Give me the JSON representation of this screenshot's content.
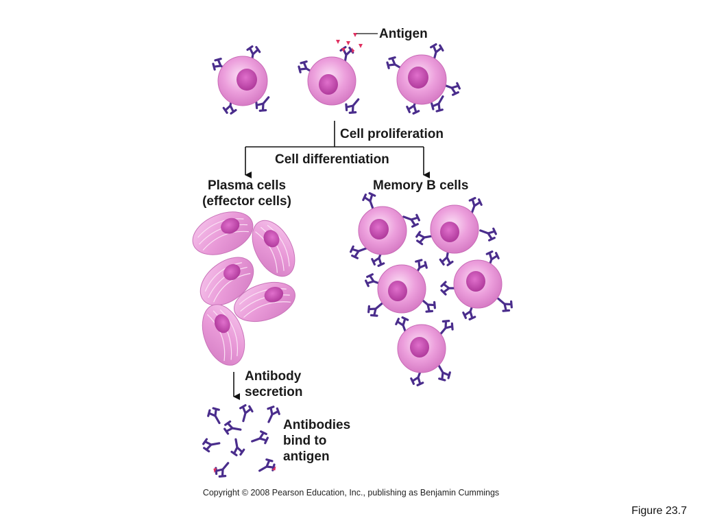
{
  "labels": {
    "antigen": "Antigen",
    "cell_proliferation": "Cell proliferation",
    "cell_differentiation": "Cell differentiation",
    "plasma_cells_line1": "Plasma cells",
    "plasma_cells_line2": "(effector cells)",
    "memory_b_cells": "Memory B cells",
    "antibody_secretion_line1": "Antibody",
    "antibody_secretion_line2": "secretion",
    "antibodies_bind_line1": "Antibodies",
    "antibodies_bind_line2": "bind to",
    "antibodies_bind_line3": "antigen"
  },
  "footer": {
    "copyright": "Copyright © 2008 Pearson Education, Inc., publishing as Benjamin Cummings",
    "figure": "Figure 23.7"
  },
  "colors": {
    "cell_fill": "#e89ad8",
    "cell_light": "#f8d3f0",
    "nucleus": "#c44ab0",
    "receptor": "#4a2d8c",
    "antigen": "#e03060",
    "line": "#111111"
  }
}
